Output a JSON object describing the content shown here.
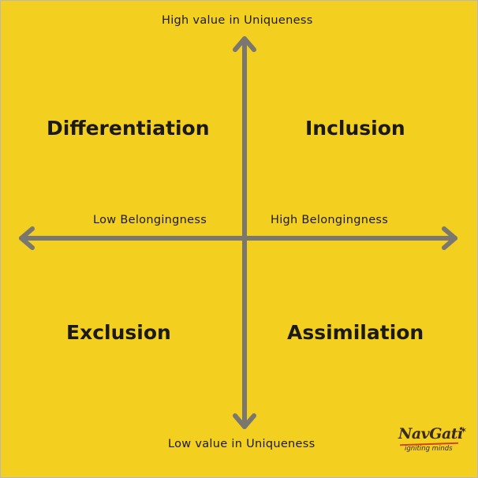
{
  "axes": {
    "top_label": "High value in Uniqueness",
    "bottom_label": "Low value in Uniqueness",
    "left_label": "Low Belongingness",
    "right_label": "High Belongingness"
  },
  "quadrants": {
    "top_left": "Differentiation",
    "top_right": "Inclusion",
    "bottom_left": "Exclusion",
    "bottom_right": "Assimilation"
  },
  "logo": {
    "name": "NavGati",
    "tagline": "igniting minds"
  },
  "colors": {
    "background": "#f3cf1f",
    "arrow": "#7a7670",
    "text": "#1c1a16",
    "logo_accent": "#d2451f"
  }
}
